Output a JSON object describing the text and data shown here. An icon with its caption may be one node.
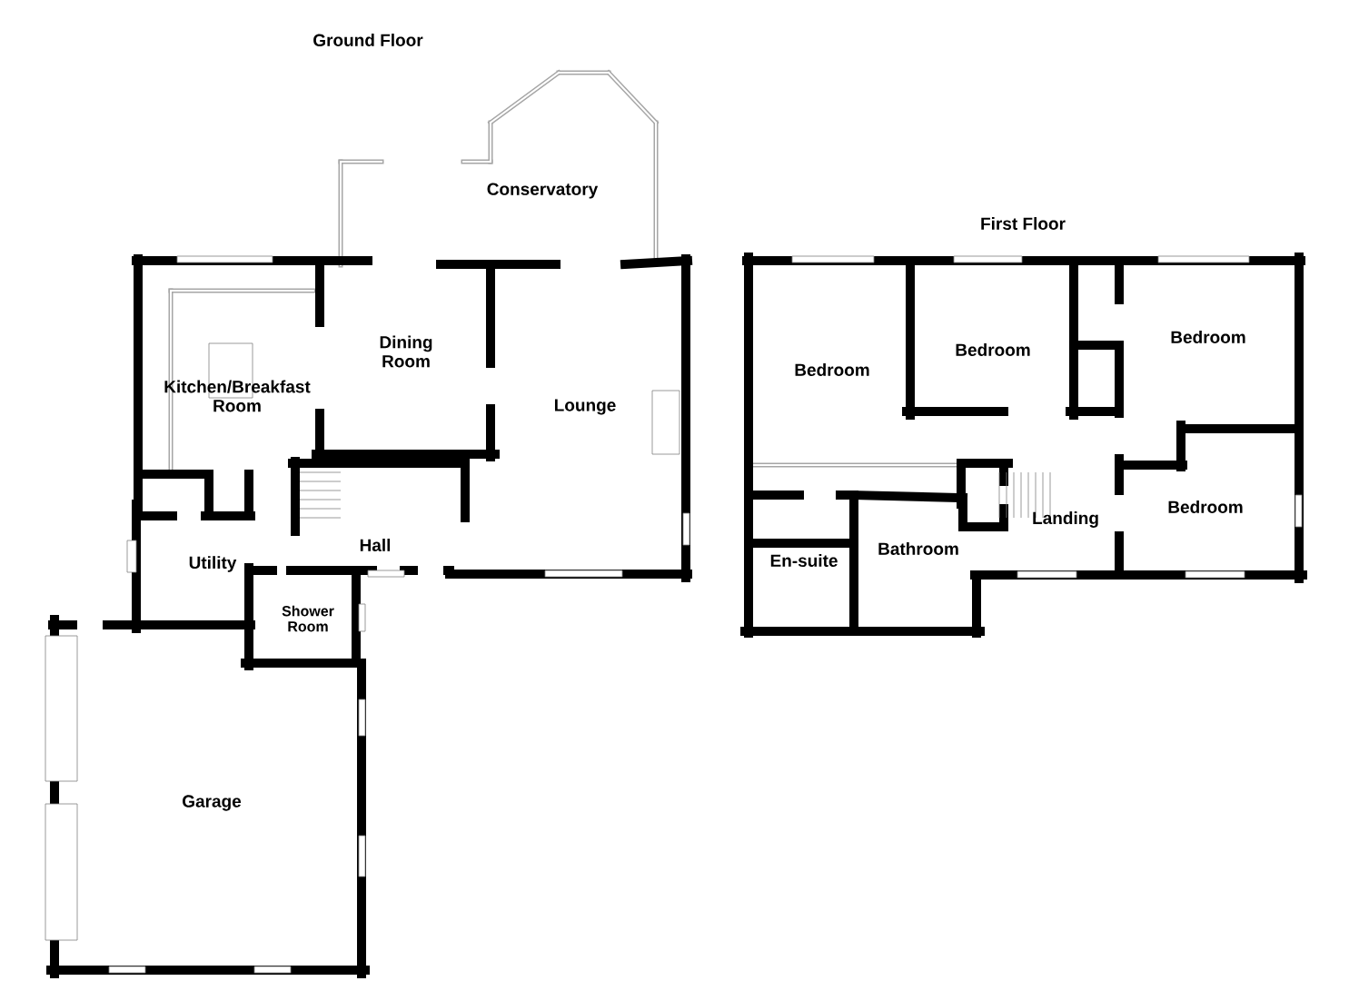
{
  "diagram": {
    "nodes": [
      {
        "text": [
          "Conservatory"
        ]
      },
      {
        "text": [
          "Dining Room"
        ]
      },
      {
        "text": [
          "Kitchen/Breakfast Room"
        ]
      },
      {
        "text": [
          "Lounge"
        ]
      },
      {
        "text": [
          "Hall"
        ]
      },
      {
        "text": [
          "Utility"
        ]
      },
      {
        "text": [
          "Shower Room"
        ]
      },
      {
        "text": [
          "Garage"
        ]
      },
      {
        "text": [
          "Bedroom"
        ]
      },
      {
        "text": [
          "Bedroom"
        ]
      },
      {
        "text": [
          "Bedroom"
        ]
      },
      {
        "text": [
          "Bedroom"
        ]
      },
      {
        "text": [
          "Landing"
        ]
      },
      {
        "text": [
          "Bathroom"
        ]
      },
      {
        "text": [
          "En-suite"
        ]
      }
    ],
    "labels": [
      "Ground Floor",
      "First Floor"
    ]
  }
}
